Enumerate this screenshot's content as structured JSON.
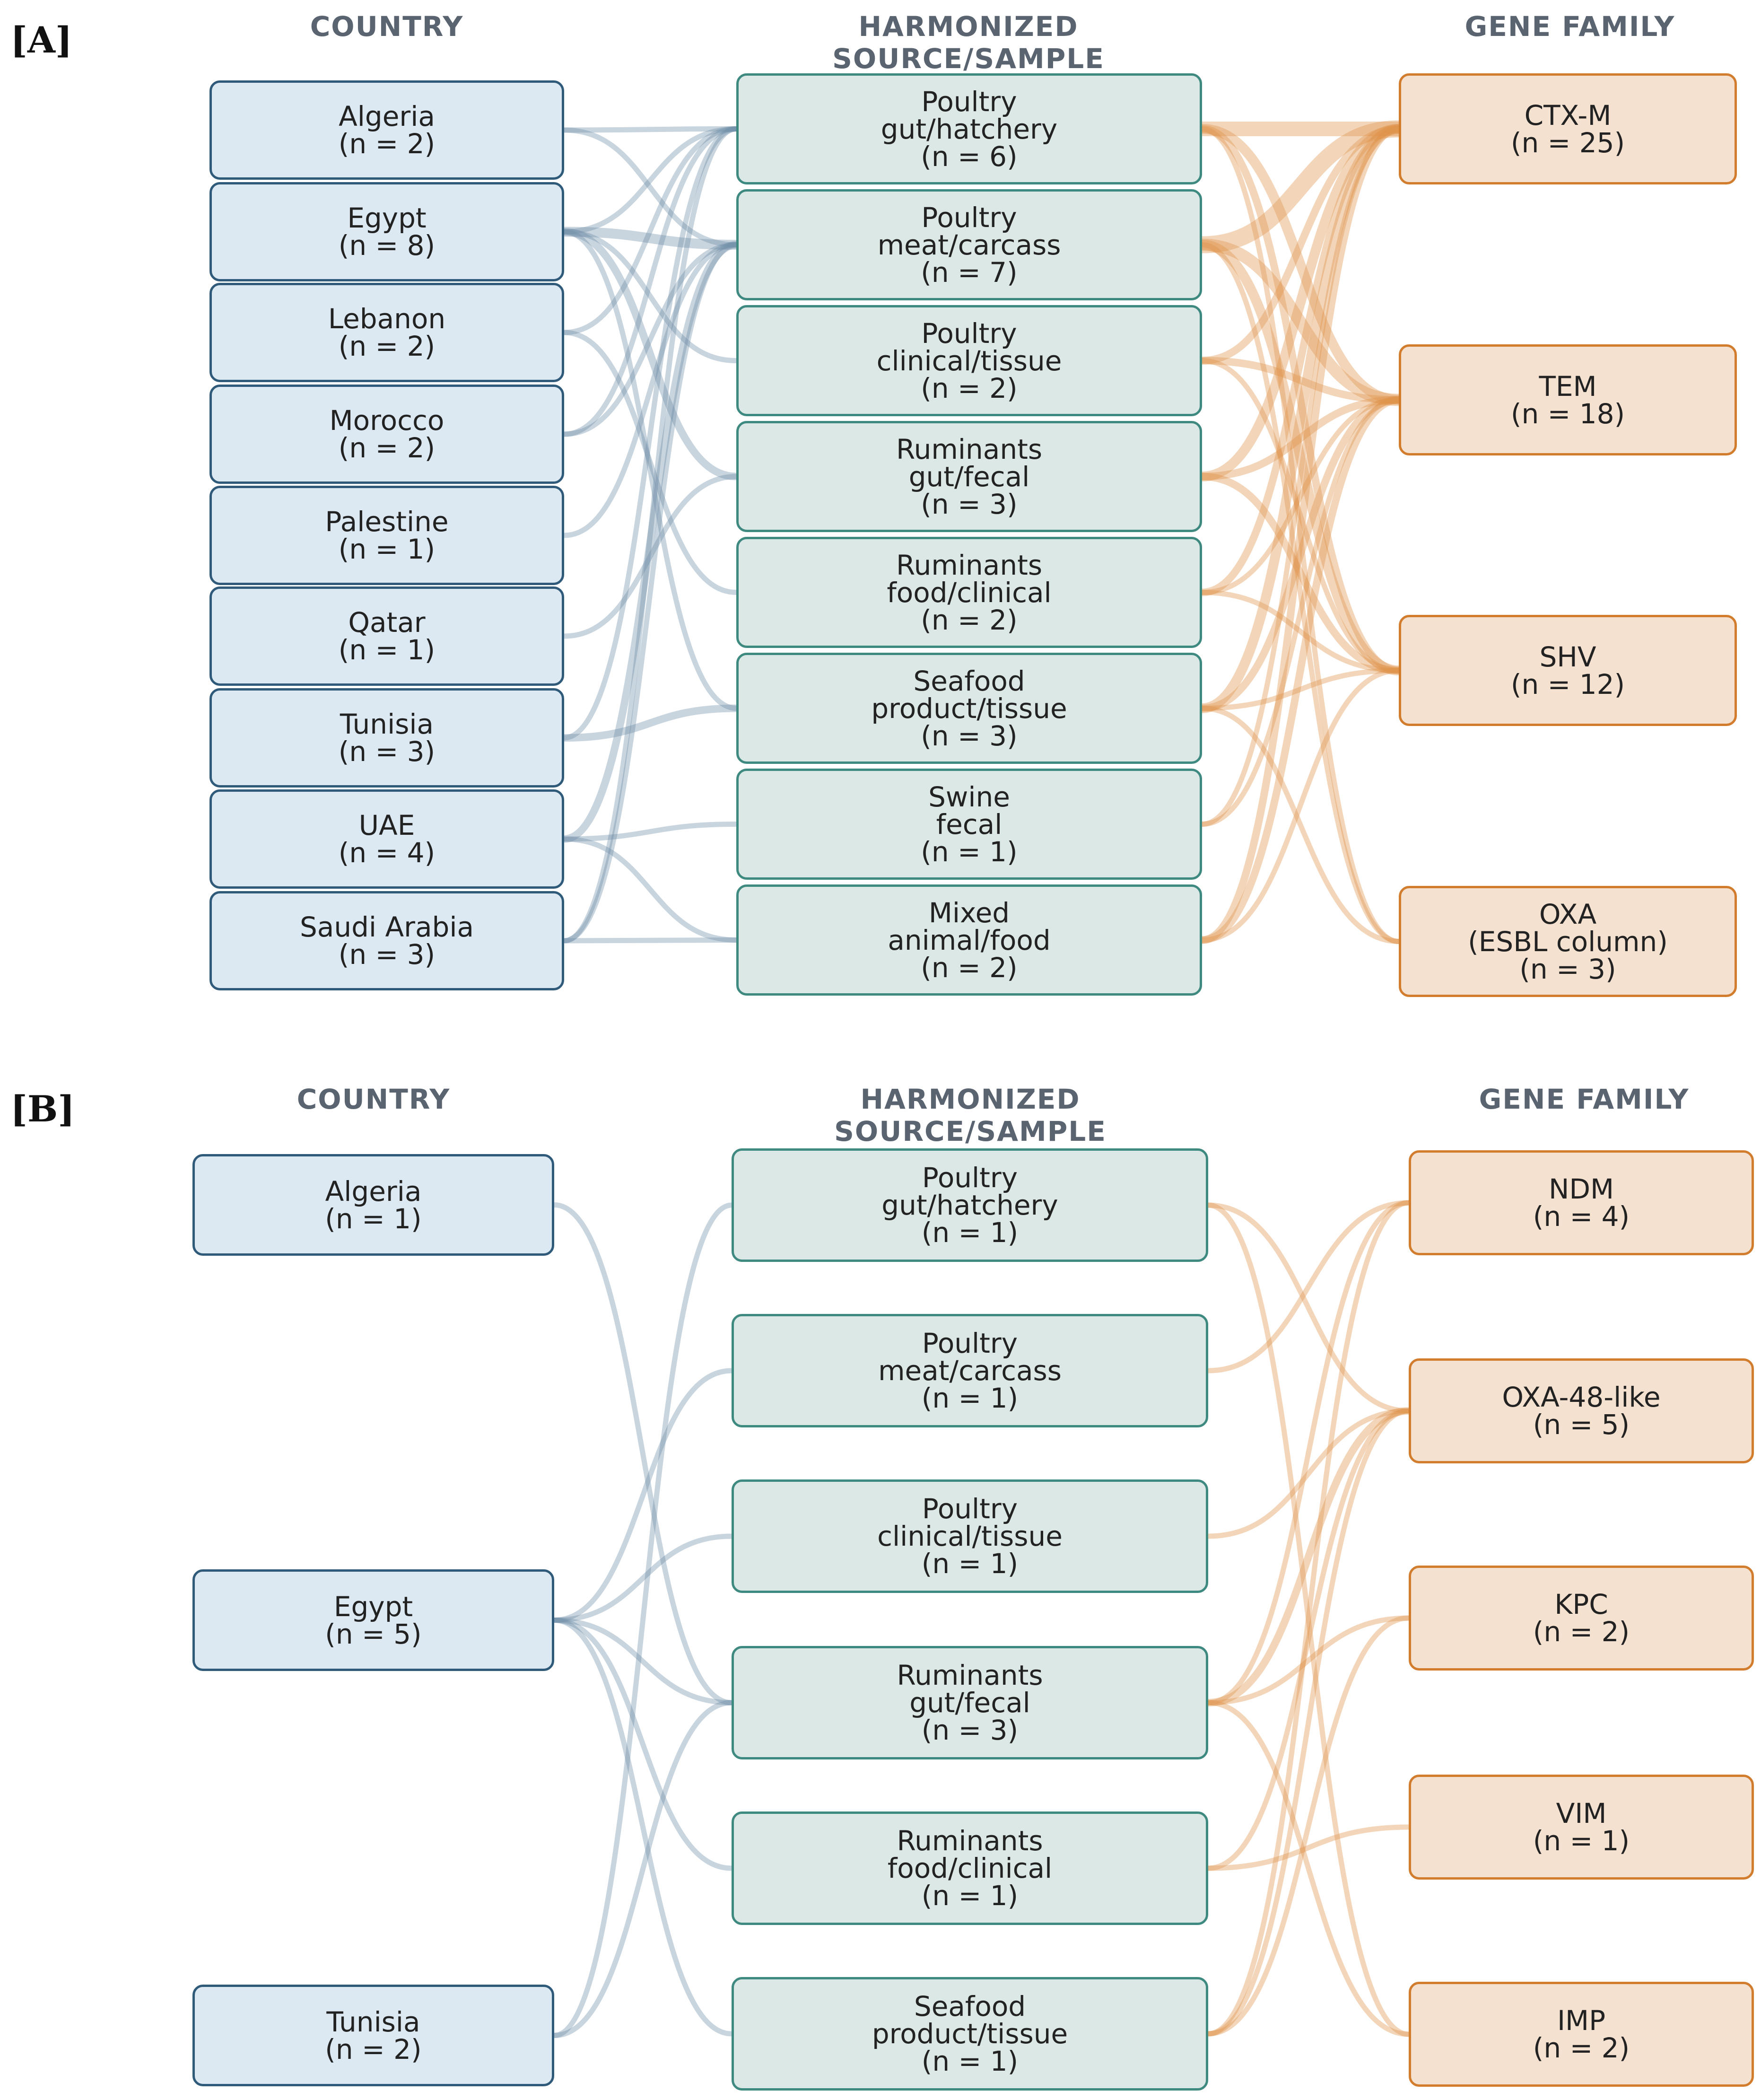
{
  "panelA": {
    "label": "[A]",
    "headers": {
      "country": "COUNTRY",
      "source": "HARMONIZED SOURCE/SAMPLE",
      "gene": "GENE FAMILY"
    },
    "countries": [
      {
        "id": "algeria",
        "lines": [
          "Algeria",
          "(n = 2)"
        ]
      },
      {
        "id": "egypt",
        "lines": [
          "Egypt",
          "(n = 8)"
        ]
      },
      {
        "id": "lebanon",
        "lines": [
          "Lebanon",
          "(n = 2)"
        ]
      },
      {
        "id": "morocco",
        "lines": [
          "Morocco",
          "(n = 2)"
        ]
      },
      {
        "id": "palestine",
        "lines": [
          "Palestine",
          "(n = 1)"
        ]
      },
      {
        "id": "qatar",
        "lines": [
          "Qatar",
          "(n = 1)"
        ]
      },
      {
        "id": "tunisia",
        "lines": [
          "Tunisia",
          "(n = 3)"
        ]
      },
      {
        "id": "uae",
        "lines": [
          "UAE",
          "(n = 4)"
        ]
      },
      {
        "id": "saudi-arabia",
        "lines": [
          "Saudi Arabia",
          "(n = 3)"
        ]
      }
    ],
    "sources": [
      {
        "id": "poultry-gut-hatchery",
        "lines": [
          "Poultry",
          "gut/hatchery",
          "(n = 6)"
        ]
      },
      {
        "id": "poultry-meat-carcass",
        "lines": [
          "Poultry",
          "meat/carcass",
          "(n = 7)"
        ]
      },
      {
        "id": "poultry-clinical-tissue",
        "lines": [
          "Poultry",
          "clinical/tissue",
          "(n = 2)"
        ]
      },
      {
        "id": "ruminants-gut-fecal",
        "lines": [
          "Ruminants",
          "gut/fecal",
          "(n = 3)"
        ]
      },
      {
        "id": "ruminants-food-clinical",
        "lines": [
          "Ruminants",
          "food/clinical",
          "(n = 2)"
        ]
      },
      {
        "id": "seafood-product-tissue",
        "lines": [
          "Seafood",
          "product/tissue",
          "(n = 3)"
        ]
      },
      {
        "id": "swine-fecal",
        "lines": [
          "Swine",
          "fecal",
          "(n = 1)"
        ]
      },
      {
        "id": "mixed-animal-food",
        "lines": [
          "Mixed",
          "animal/food",
          "(n = 2)"
        ]
      }
    ],
    "genes": [
      {
        "id": "ctx-m",
        "lines": [
          "CTX-M",
          "(n = 25)"
        ]
      },
      {
        "id": "tem",
        "lines": [
          "TEM",
          "(n = 18)"
        ]
      },
      {
        "id": "shv",
        "lines": [
          "SHV",
          "(n = 12)"
        ]
      },
      {
        "id": "oxa",
        "lines": [
          "OXA",
          "(ESBL column)",
          "(n = 3)"
        ]
      }
    ],
    "links_country_source": [
      [
        0,
        0,
        1
      ],
      [
        0,
        1,
        1
      ],
      [
        1,
        0,
        1
      ],
      [
        1,
        1,
        3
      ],
      [
        1,
        2,
        1
      ],
      [
        1,
        3,
        2
      ],
      [
        1,
        5,
        1
      ],
      [
        2,
        0,
        1
      ],
      [
        2,
        4,
        1
      ],
      [
        3,
        0,
        1
      ],
      [
        3,
        1,
        1
      ],
      [
        4,
        1,
        1
      ],
      [
        5,
        3,
        1
      ],
      [
        6,
        0,
        1
      ],
      [
        6,
        5,
        2
      ],
      [
        7,
        1,
        2
      ],
      [
        7,
        6,
        1
      ],
      [
        7,
        7,
        1
      ],
      [
        8,
        0,
        1
      ],
      [
        8,
        1,
        1
      ],
      [
        8,
        7,
        1
      ]
    ],
    "links_source_gene": [
      [
        0,
        0,
        5
      ],
      [
        0,
        1,
        3
      ],
      [
        0,
        2,
        2
      ],
      [
        0,
        3,
        1
      ],
      [
        1,
        0,
        6
      ],
      [
        1,
        1,
        4
      ],
      [
        1,
        2,
        3
      ],
      [
        1,
        3,
        1
      ],
      [
        2,
        0,
        2
      ],
      [
        2,
        1,
        2
      ],
      [
        2,
        2,
        1
      ],
      [
        3,
        0,
        3
      ],
      [
        3,
        1,
        2
      ],
      [
        3,
        2,
        2
      ],
      [
        4,
        0,
        2
      ],
      [
        4,
        1,
        1
      ],
      [
        4,
        2,
        1
      ],
      [
        5,
        0,
        3
      ],
      [
        5,
        1,
        2
      ],
      [
        5,
        2,
        1
      ],
      [
        5,
        3,
        1
      ],
      [
        6,
        0,
        1
      ],
      [
        6,
        1,
        1
      ],
      [
        7,
        0,
        2
      ],
      [
        7,
        1,
        2
      ],
      [
        7,
        2,
        1
      ]
    ]
  },
  "panelB": {
    "label": "[B]",
    "headers": {
      "country": "COUNTRY",
      "source": "HARMONIZED SOURCE/SAMPLE",
      "gene": "GENE FAMILY"
    },
    "countries": [
      {
        "id": "algeria",
        "lines": [
          "Algeria",
          "(n = 1)"
        ]
      },
      {
        "id": "egypt",
        "lines": [
          "Egypt",
          "(n = 5)"
        ]
      },
      {
        "id": "tunisia",
        "lines": [
          "Tunisia",
          "(n = 2)"
        ]
      }
    ],
    "sources": [
      {
        "id": "poultry-gut-hatchery",
        "lines": [
          "Poultry",
          "gut/hatchery",
          "(n = 1)"
        ]
      },
      {
        "id": "poultry-meat-carcass",
        "lines": [
          "Poultry",
          "meat/carcass",
          "(n = 1)"
        ]
      },
      {
        "id": "poultry-clinical-tissue",
        "lines": [
          "Poultry",
          "clinical/tissue",
          "(n = 1)"
        ]
      },
      {
        "id": "ruminants-gut-fecal",
        "lines": [
          "Ruminants",
          "gut/fecal",
          "(n = 3)"
        ]
      },
      {
        "id": "ruminants-food-clinical",
        "lines": [
          "Ruminants",
          "food/clinical",
          "(n = 1)"
        ]
      },
      {
        "id": "seafood-product-tissue",
        "lines": [
          "Seafood",
          "product/tissue",
          "(n = 1)"
        ]
      }
    ],
    "genes": [
      {
        "id": "ndm",
        "lines": [
          "NDM",
          "(n = 4)"
        ]
      },
      {
        "id": "oxa-48-like",
        "lines": [
          "OXA-48-like",
          "(n = 5)"
        ]
      },
      {
        "id": "kpc",
        "lines": [
          "KPC",
          "(n = 2)"
        ]
      },
      {
        "id": "vim",
        "lines": [
          "VIM",
          "(n = 1)"
        ]
      },
      {
        "id": "imp",
        "lines": [
          "IMP",
          "(n = 2)"
        ]
      }
    ],
    "links_country_source": [
      [
        0,
        3,
        1
      ],
      [
        1,
        1,
        1
      ],
      [
        1,
        2,
        1
      ],
      [
        1,
        3,
        1
      ],
      [
        1,
        4,
        1
      ],
      [
        1,
        5,
        1
      ],
      [
        2,
        0,
        1
      ],
      [
        2,
        3,
        1
      ]
    ],
    "links_source_gene": [
      [
        0,
        1,
        1
      ],
      [
        0,
        4,
        1
      ],
      [
        1,
        0,
        1
      ],
      [
        2,
        1,
        1
      ],
      [
        3,
        0,
        1
      ],
      [
        3,
        1,
        2
      ],
      [
        3,
        2,
        1
      ],
      [
        3,
        4,
        1
      ],
      [
        4,
        1,
        1
      ],
      [
        4,
        3,
        1
      ],
      [
        5,
        0,
        1
      ],
      [
        5,
        1,
        1
      ],
      [
        5,
        2,
        1
      ]
    ]
  },
  "colors": {
    "country_fill": "#dce9f2",
    "country_border": "#2f5a7a",
    "source_fill": "#dce8e5",
    "source_border": "#3f8a80",
    "gene_fill": "#f4e1cf",
    "gene_border": "#d27c2e",
    "country_link": "#6f8fa8",
    "gene_link": "#e0924a"
  }
}
